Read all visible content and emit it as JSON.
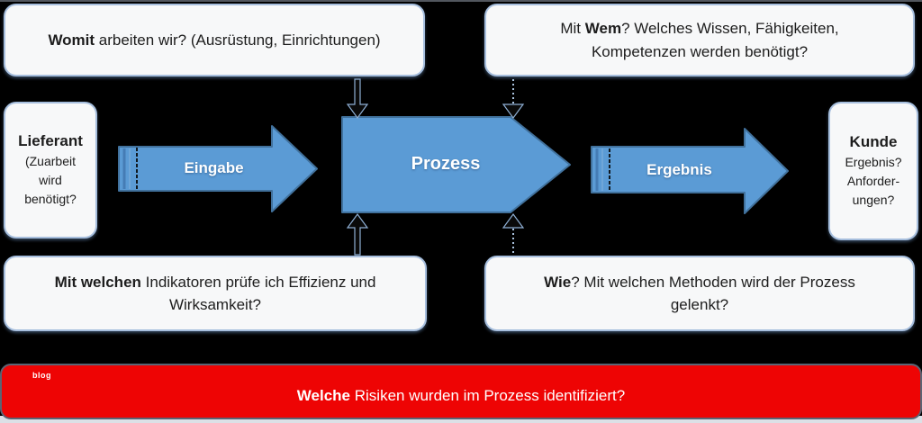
{
  "colors": {
    "background": "#000000",
    "arrow_blue": "#5b9bd5",
    "arrow_blue_border": "#41719c",
    "box_border": "#a6bedd",
    "banner_red": "#ee0404"
  },
  "boxes": {
    "top_left": {
      "pre": "",
      "bold": "Womit",
      "post": " arbeiten wir? (Ausrüstung, Einrichtungen)"
    },
    "top_right": {
      "pre": "Mit ",
      "bold": "Wem",
      "post": "? Welches Wissen, Fähigkeiten,\nKompetenzen werden benötigt?"
    },
    "supplier": {
      "title": "Lieferant",
      "body": "(Zuarbeit\nwird\nbenötigt?"
    },
    "customer": {
      "title": "Kunde",
      "body": "Ergebnis?\nAnforder-\nungen?"
    },
    "bottom_left": {
      "pre": "",
      "bold": "Mit welchen",
      "post": " Indikatoren prüfe ich Effizienz und\nWirksamkeit?"
    },
    "bottom_right": {
      "pre": "",
      "bold": "Wie",
      "post": "? Mit welchen Methoden wird der Prozess\ngelenkt?"
    }
  },
  "flow": {
    "input_label": "Eingabe",
    "process_label": "Prozess",
    "output_label": "Ergebnis"
  },
  "banner": {
    "pre": "",
    "bold": "Welche",
    "post": " Risiken wurden im Prozess identifiziert?",
    "watermark": "blog"
  }
}
